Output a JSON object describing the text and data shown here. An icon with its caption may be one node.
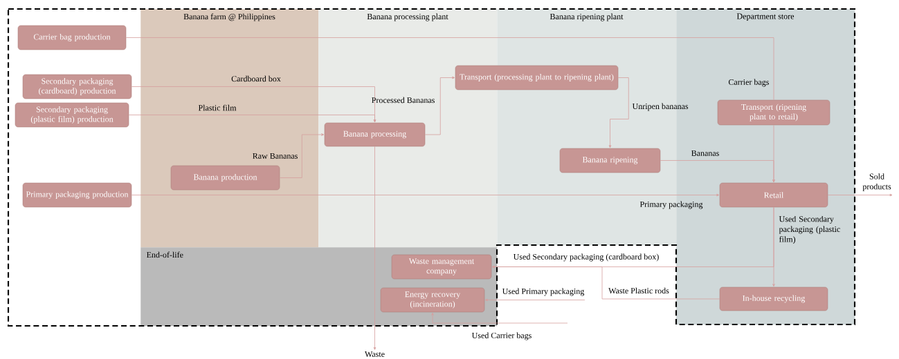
{
  "diagram": {
    "nodes": [
      {
        "text": [
          "Banana farm @ Philippines"
        ]
      },
      {
        "text": [
          "Banana processing plant"
        ]
      },
      {
        "text": [
          "Banana ripening plant"
        ]
      },
      {
        "text": [
          "Department store"
        ]
      },
      {
        "text": [
          "End-of-life"
        ]
      },
      {
        "text": [
          "Carrier bag production"
        ]
      },
      {
        "text": [
          "Secondary packaging (cardboard) production"
        ]
      },
      {
        "text": [
          "Secondary packaging (plastic film) production"
        ]
      },
      {
        "text": [
          "Banana production"
        ],
        "in": 0
      },
      {
        "text": [
          "Primary packaging production"
        ]
      },
      {
        "text": [
          "Banana processing"
        ],
        "in": 1
      },
      {
        "text": [
          "Transport (processing plant to ripening plant)"
        ]
      },
      {
        "text": [
          "Banana ripening"
        ],
        "in": 2
      },
      {
        "text": [
          "Transport (ripening plant to retail)"
        ],
        "in": 3
      },
      {
        "text": [
          "Retail"
        ],
        "in": 3
      },
      {
        "text": [
          "Waste management company"
        ],
        "in": 4
      },
      {
        "text": [
          "Energy recovery (incineration)"
        ],
        "in": 4
      },
      {
        "text": [
          "In-house recycling"
        ],
        "in": 3
      },
      {
        "text": [
          "Waste"
        ]
      }
    ],
    "edges": [
      {
        "from": 5,
        "to": 13,
        "arrow": "none",
        "label": "Carrier bags"
      },
      {
        "from": 13,
        "to": 14,
        "arrow": "to"
      },
      {
        "from": 6,
        "to": 10,
        "arrow": "to",
        "label": "Cardboard box"
      },
      {
        "from": 7,
        "to": 10,
        "arrow": "to",
        "label": "Plastic film"
      },
      {
        "from": 8,
        "to": 10,
        "arrow": "to",
        "label": "Raw Bananas"
      },
      {
        "from": 10,
        "to": 11,
        "arrow": "to",
        "label": "Processed Bananas"
      },
      {
        "from": 11,
        "to": 12,
        "arrow": "to",
        "label": "Unripen bananas"
      },
      {
        "from": 12,
        "to": 14,
        "arrow": "to",
        "label": "Bananas"
      },
      {
        "from": 9,
        "to": 14,
        "arrow": "to",
        "label": "Primary packaging"
      },
      {
        "from": 14,
        "to": null,
        "arrow": "to",
        "label": "Sold products"
      },
      {
        "from": 14,
        "to": 15,
        "arrow": "to",
        "label": "Used Secondary packaging (cardboard box)"
      },
      {
        "from": 14,
        "to": 17,
        "arrow": "to",
        "label": "Used Secondary packaging (plastic film)"
      },
      {
        "from": 17,
        "to": 15,
        "arrow": "to",
        "label": "Waste Plastic rods"
      },
      {
        "from": null,
        "to": 16,
        "arrow": "to",
        "label": "Used Primary packaging"
      },
      {
        "from": null,
        "to": 16,
        "arrow": "to",
        "label": "Used Carrier bags"
      },
      {
        "from": 10,
        "to": 18,
        "arrow": "to"
      }
    ]
  }
}
